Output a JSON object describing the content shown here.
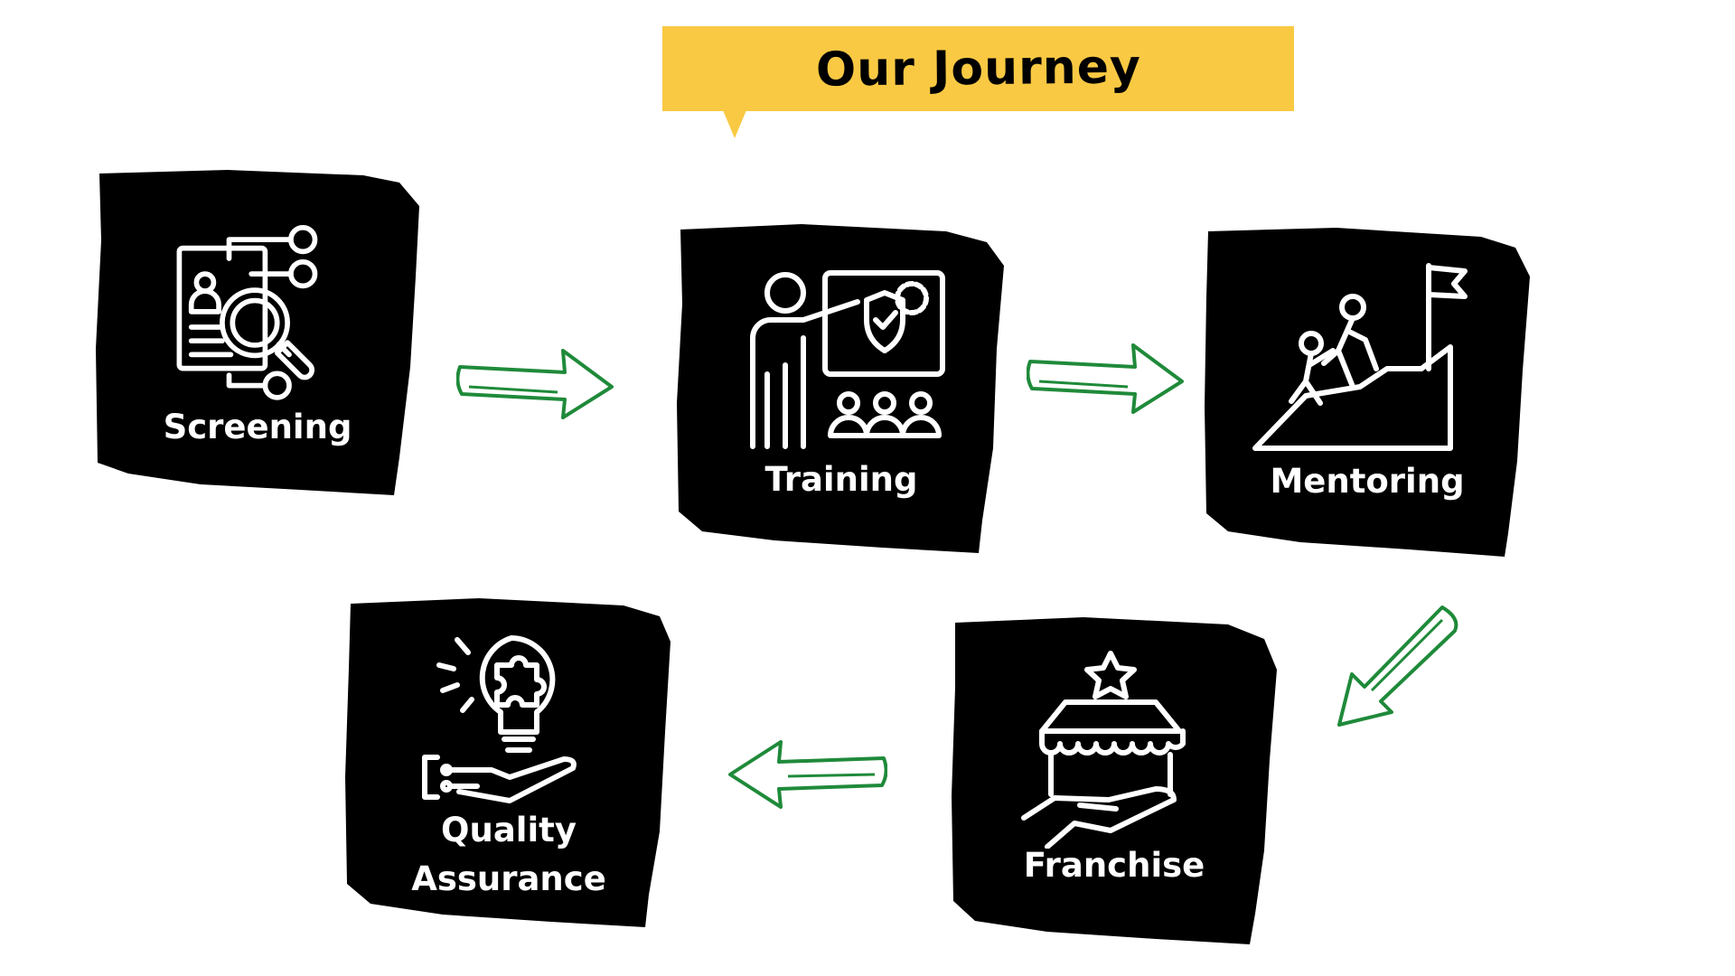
{
  "title": "Our Journey",
  "steps": [
    {
      "label": "Screening",
      "icon": "candidate-search-icon"
    },
    {
      "label": "Training",
      "icon": "presentation-icon"
    },
    {
      "label": "Mentoring",
      "icon": "climbing-help-icon"
    },
    {
      "label": "Franchise",
      "icon": "store-in-hand-icon"
    },
    {
      "label_line1": "Quality",
      "label_line2": "Assurance",
      "icon": "idea-puzzle-icon"
    }
  ],
  "colors": {
    "banner": "#f9c943",
    "card": "#000000",
    "arrow": "#1f8a3a",
    "text_on_card": "#ffffff"
  }
}
